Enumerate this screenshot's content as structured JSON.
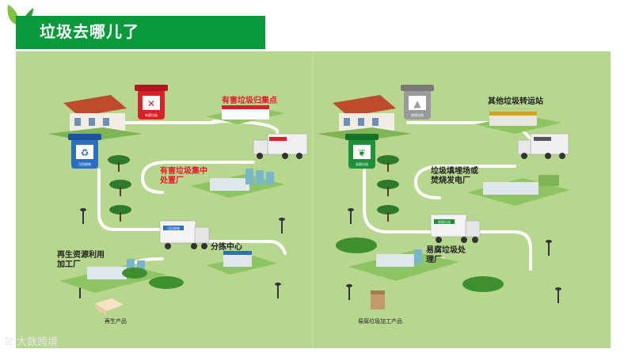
{
  "title": "垃圾去哪儿了",
  "colors": {
    "title_bg": "#0a9a3c",
    "map_bg": "#b8d78e",
    "road": "#ffffff",
    "label_red": "#e8182c",
    "bin_red": "#d6232a",
    "bin_blue": "#2b6fc0",
    "bin_grey": "#9a9a9a",
    "bin_green": "#1f8f3a"
  },
  "left": {
    "bins": [
      {
        "icon": "harmful-waste-bin-icon",
        "label": "有害垃圾",
        "color": "#d6232a"
      },
      {
        "icon": "recyclable-waste-bin-icon",
        "label": "可回收物",
        "color": "#2b6fc0"
      }
    ],
    "places": {
      "hazardous_point": "有害垃圾归集点",
      "hazardous_plant_line1": "有害垃圾集中",
      "hazardous_plant_line2": "处置厂",
      "sorting_center": "分拣中心",
      "recycling_plant_line1": "再生资源利用",
      "recycling_plant_line2": "加工厂"
    },
    "truck_label": "可回收物",
    "product_caption": "再生产品"
  },
  "right": {
    "bins": [
      {
        "icon": "other-waste-bin-icon",
        "label": "其他垃圾",
        "color": "#9a9a9a"
      },
      {
        "icon": "kitchen-waste-bin-icon",
        "label": "易腐垃圾",
        "color": "#1f8f3a"
      }
    ],
    "places": {
      "transfer_station": "其他垃圾转运站",
      "landfill_line1": "垃圾填埋场或",
      "landfill_line2": "焚烧发电厂",
      "kitchen_plant_line1": "易腐垃圾处",
      "kitchen_plant_line2": "理厂"
    },
    "truck_label": "易腐垃圾",
    "product_caption": "易腐垃圾加工产品"
  },
  "watermark": "大数跨境"
}
